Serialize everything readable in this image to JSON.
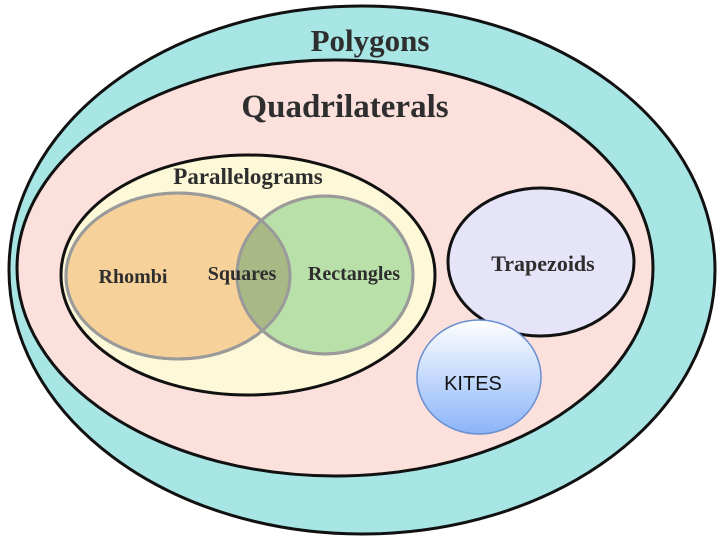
{
  "diagram": {
    "labels": {
      "polygons": "Polygons",
      "quadrilaterals": "Quadrilaterals",
      "parallelograms": "Parallelograms",
      "rhombi": "Rhombi",
      "squares": "Squares",
      "rectangles": "Rectangles",
      "trapezoids": "Trapezoids",
      "kites": "KITES"
    },
    "colors": {
      "polygons_fill": "#a8e6e6",
      "quadrilaterals_fill": "#fbe0dc",
      "parallelograms_fill": "#fdf8d8",
      "rhombi_fill": "#f6d29a",
      "rectangles_fill": "#b9e0a8",
      "squares_fill": "#a9b985",
      "trapezoids_fill": "#e5e4f8",
      "kites_top": "#ffffff",
      "kites_bottom": "#8ab4f8",
      "outline": "#111111"
    }
  }
}
